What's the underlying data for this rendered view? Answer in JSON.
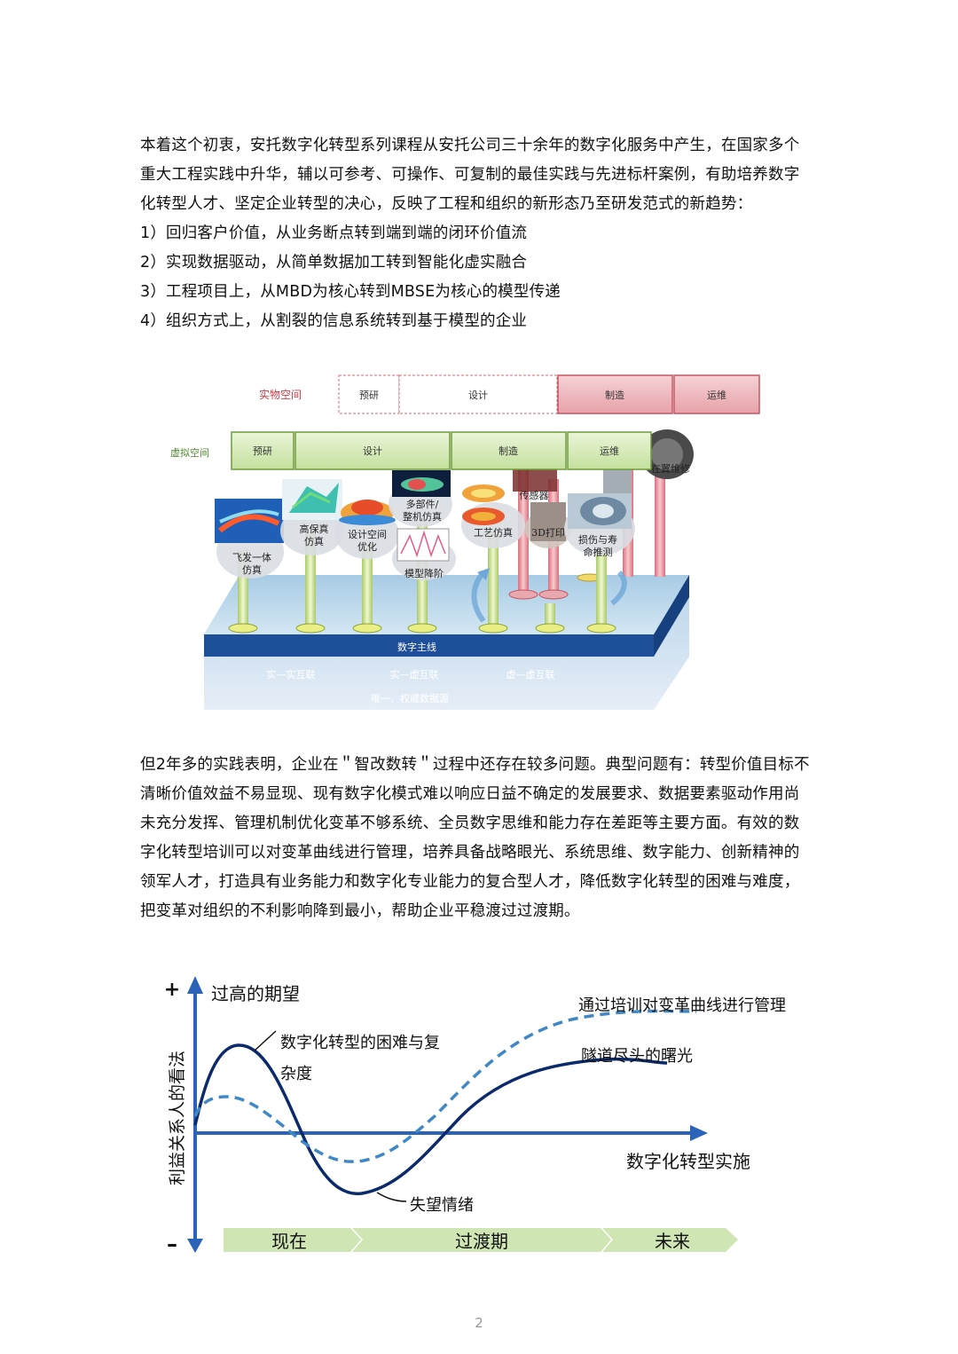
{
  "intro": {
    "paragraph": "本着这个初衷，安托数字化转型系列课程从安托公司三十余年的数字化服务中产生，在国家多个重大工程实践中升华，辅以可参考、可操作、可复制的最佳实践与先进标杆案例，有助培养数字化转型人才、坚定企业转型的决心，反映了工程和组织的新形态乃至研发范式的新趋势：",
    "items": [
      "1）回归客户价值，从业务断点转到端到端的闭环价值流",
      "2）实现数据驱动，从简单数据加工转到智能化虚实融合",
      "3）工程项目上，从MBD为核心转到MBSE为核心的模型传递",
      "4）组织方式上，从割裂的信息系统转到基于模型的企业"
    ]
  },
  "figure1": {
    "physical_label": "实物空间",
    "physical_stages": [
      "预研",
      "设计",
      "制造",
      "运维"
    ],
    "virtual_label": "虚拟空间",
    "virtual_stages": [
      "预研",
      "设计",
      "制造",
      "运维"
    ],
    "pillars": [
      "飞发一体仿真",
      "高保真仿真",
      "设计空间优化",
      "多部件/整机仿真",
      "模型降阶",
      "工艺仿真",
      "传感器",
      "3D打印",
      "损伤与寿命推测",
      "在翼维修"
    ],
    "pillar_labels": {
      "p1a": "飞发一体",
      "p1b": "仿真",
      "p2a": "高保真",
      "p2b": "仿真",
      "p3a": "设计空间",
      "p3b": "优化",
      "p4a": "多部件/",
      "p4b": "整机仿真",
      "p5": "模型降阶",
      "p6": "工艺仿真",
      "p7": "传感器",
      "p8": "3D打印",
      "p9a": "损伤与寿",
      "p9b": "命推测",
      "p10": "在翼维修"
    },
    "thread_label": "数字主线",
    "base_labels": [
      "实—实互联",
      "实—虚互联",
      "虚—虚互联"
    ],
    "source_label": "唯一、权威数据源"
  },
  "body2": {
    "paragraph": "但2年多的实践表明，企业在＂智改数转＂过程中还存在较多问题。典型问题有：转型价值目标不清晰价值效益不易显现、现有数字化模式难以响应日益不确定的发展要求、数据要素驱动作用尚未充分发挥、管理机制优化变革不够系统、全员数字思维和能力存在差距等主要方面。有效的数字化转型培训可以对变革曲线进行管理，培养具备战略眼光、系统思维、数字能力、创新精神的领军人才，打造具有业务能力和数字化专业能力的复合型人才，降低数字化转型的困难与难度，把变革对组织的不利影响降到最小，帮助企业平稳渡过过渡期。"
  },
  "figure2": {
    "plus": "+",
    "minus": "–",
    "y_label": "利益关系人的看法",
    "x_label": "数字化转型实施",
    "peak_label": "过高的期望",
    "difficulty_label_1": "数字化转型的困难与复",
    "difficulty_label_2": "杂度",
    "managed_label": "通过培训对变革曲线进行管理",
    "light_label": "隧道尽头的曙光",
    "dip_label": "失望情绪",
    "phases": [
      "现在",
      "过渡期",
      "未来"
    ],
    "colors": {
      "solid": "#0b2a6b",
      "dashed": "#3f88c5",
      "axis": "#2a63b8",
      "phase": "#cfe6b4"
    }
  },
  "page_number": "2"
}
